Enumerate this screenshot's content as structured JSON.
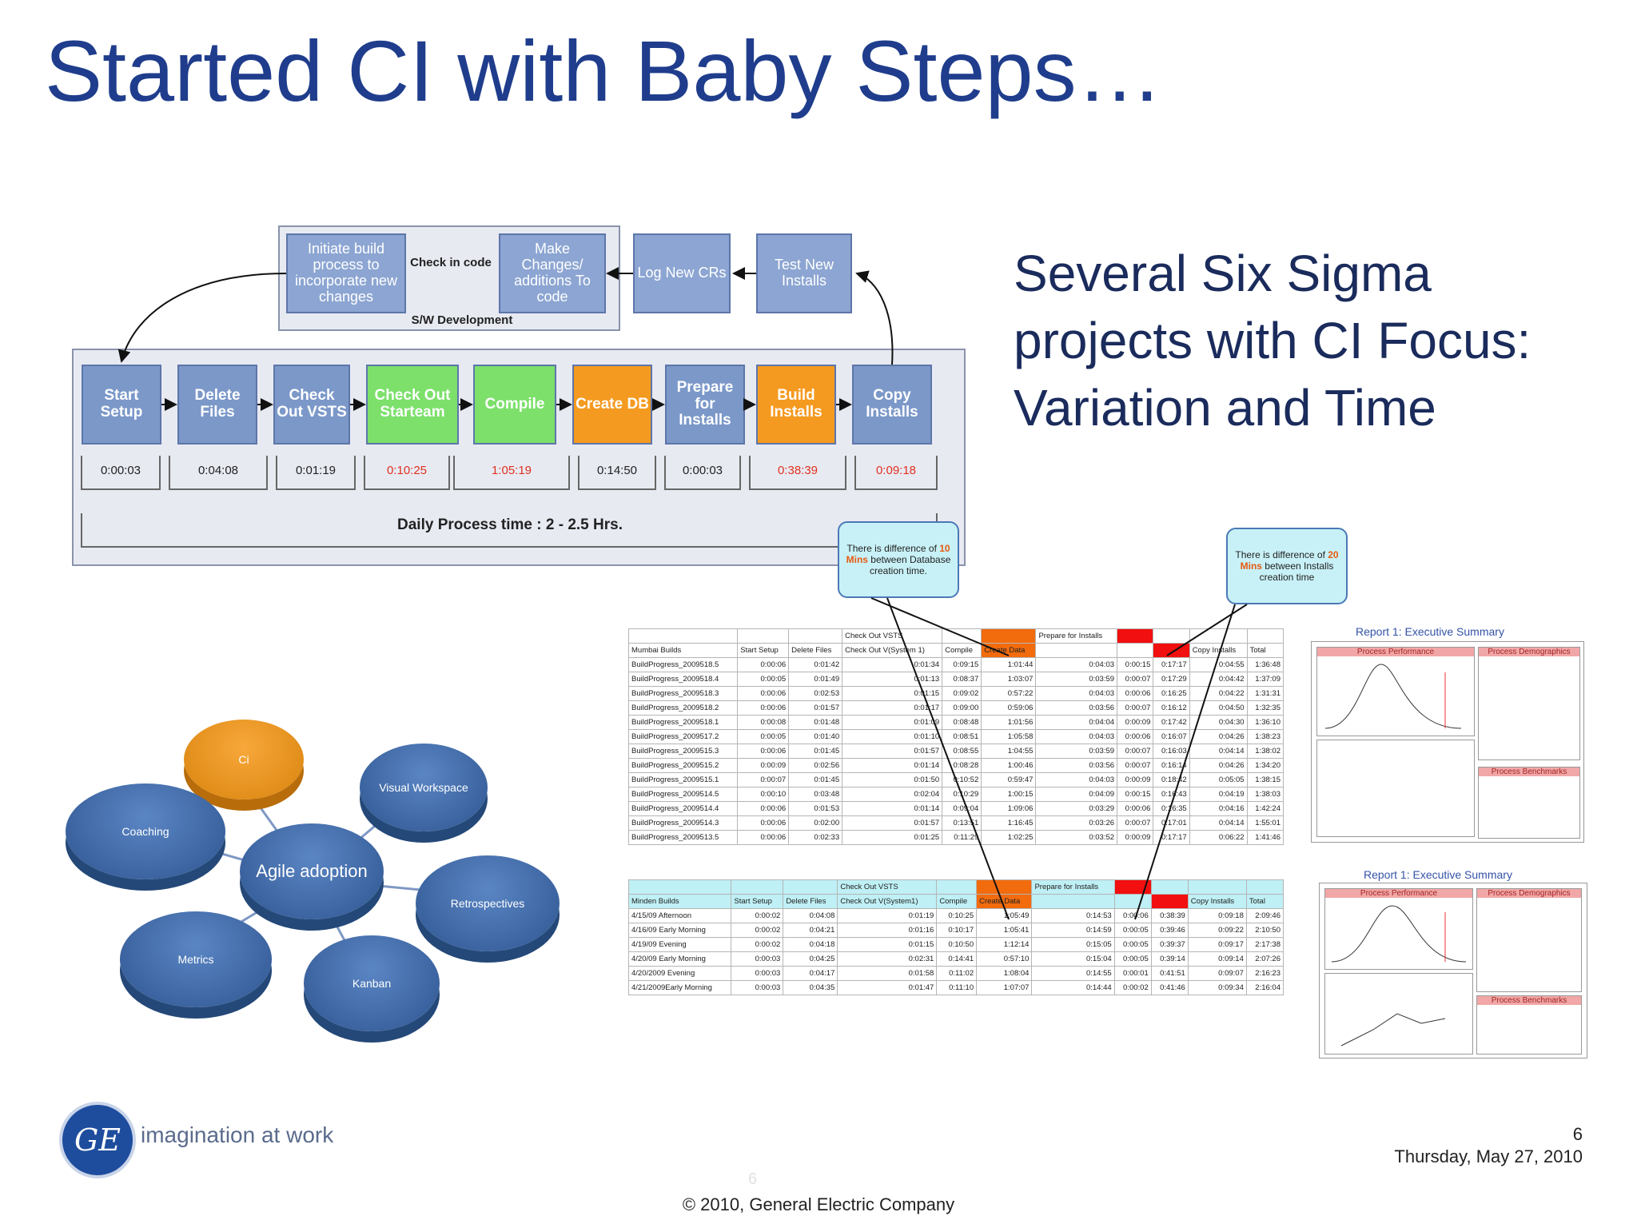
{
  "slide": {
    "title": "Started CI with Baby Steps…",
    "subtitle_lines": [
      "Several Six Sigma",
      "projects with CI Focus:",
      "Variation and Time"
    ],
    "page_number": "6",
    "date": "Thursday, May 27, 2010",
    "copyright": "© 2010, General Electric Company",
    "ghost_page_number": "6",
    "logo_tagline": "imagination at work",
    "logo_letters": "GE"
  },
  "flow": {
    "dev_steps": [
      "Initiate build process to incorporate new changes",
      "Make Changes/ additions To code",
      "Log New CRs",
      "Test New Installs"
    ],
    "checkin_label": "Check in code",
    "sw_dev_label": "S/W Development",
    "steps": [
      {
        "label": "Start Setup",
        "time": "0:00:03",
        "color": "blue",
        "time_color": "#222222"
      },
      {
        "label": "Delete Files",
        "time": "0:04:08",
        "color": "blue",
        "time_color": "#222222"
      },
      {
        "label": "Check Out VSTS",
        "time": "0:01:19",
        "color": "blue",
        "time_color": "#222222"
      },
      {
        "label": "Check Out Starteam",
        "time": "0:10:25",
        "color": "green",
        "time_color": "#e0301e"
      },
      {
        "label": "Compile",
        "time": "1:05:19",
        "color": "green",
        "time_color": "#e0301e"
      },
      {
        "label": "Create DB",
        "time": "0:14:50",
        "color": "orange",
        "time_color": "#222222"
      },
      {
        "label": "Prepare for Installs",
        "time": "0:00:03",
        "color": "blue",
        "time_color": "#222222"
      },
      {
        "label": "Build Installs",
        "time": "0:38:39",
        "color": "orange",
        "time_color": "#e0301e"
      },
      {
        "label": "Copy Installs",
        "time": "0:09:18",
        "color": "blue",
        "time_color": "#e0301e"
      }
    ],
    "daily_label": "Daily Process time : 2 - 2.5 Hrs."
  },
  "callouts": {
    "left": {
      "pre": "There is difference of ",
      "highlight": "10 Mins",
      "post": " between Database creation time."
    },
    "right": {
      "pre": "There is difference of ",
      "highlight": "20 Mins",
      "post": " between Installs creation time"
    }
  },
  "sheet1": {
    "top_headers": [
      "",
      "",
      "",
      "Check Out VSTS",
      "",
      "",
      "Prepare for Installs",
      "",
      "",
      ""
    ],
    "headers": [
      "Mumbai Builds",
      "Start Setup",
      "Delete Files",
      "Check Out V(System 1)",
      "Compile",
      "Create Data",
      "",
      "",
      "Copy Installs",
      "Total"
    ],
    "rows": [
      [
        "BuildProgress_2009518.5",
        "0:00:06",
        "0:01:42",
        "0:01:34",
        "0:09:15",
        "1:01:44",
        "0:04:03",
        "0:00:15",
        "0:17:17",
        "0:04:55",
        "1:36:48"
      ],
      [
        "BuildProgress_2009518.4",
        "0:00:05",
        "0:01:49",
        "0:01:13",
        "0:08:37",
        "1:03:07",
        "0:03:59",
        "0:00:07",
        "0:17:29",
        "0:04:42",
        "1:37:09"
      ],
      [
        "BuildProgress_2009518.3",
        "0:00:06",
        "0:02:53",
        "0:01:15",
        "0:09:02",
        "0:57:22",
        "0:04:03",
        "0:00:06",
        "0:16:25",
        "0:04:22",
        "1:31:31"
      ],
      [
        "BuildProgress_2009518.2",
        "0:00:06",
        "0:01:57",
        "0:01:17",
        "0:09:00",
        "0:59:06",
        "0:03:56",
        "0:00:07",
        "0:16:12",
        "0:04:50",
        "1:32:35"
      ],
      [
        "BuildProgress_2009518.1",
        "0:00:08",
        "0:01:48",
        "0:01:09",
        "0:08:48",
        "1:01:56",
        "0:04:04",
        "0:00:09",
        "0:17:42",
        "0:04:30",
        "1:36:10"
      ],
      [
        "BuildProgress_2009517.2",
        "0:00:05",
        "0:01:40",
        "0:01:10",
        "0:08:51",
        "1:05:58",
        "0:04:03",
        "0:00:06",
        "0:16:07",
        "0:04:26",
        "1:38:23"
      ],
      [
        "BuildProgress_2009515.3",
        "0:00:06",
        "0:01:45",
        "0:01:57",
        "0:08:55",
        "1:04:55",
        "0:03:59",
        "0:00:07",
        "0:16:03",
        "0:04:14",
        "1:38:02"
      ],
      [
        "BuildProgress_2009515.2",
        "0:00:09",
        "0:02:56",
        "0:01:14",
        "0:08:28",
        "1:00:46",
        "0:03:56",
        "0:00:07",
        "0:16:14",
        "0:04:26",
        "1:34:20"
      ],
      [
        "BuildProgress_2009515.1",
        "0:00:07",
        "0:01:45",
        "0:01:50",
        "0:10:52",
        "0:59:47",
        "0:04:03",
        "0:00:09",
        "0:18:42",
        "0:05:05",
        "1:38:15"
      ],
      [
        "BuildProgress_2009514.5",
        "0:00:10",
        "0:03:48",
        "0:02:04",
        "0:10:29",
        "1:00:15",
        "0:04:09",
        "0:00:15",
        "0:16:43",
        "0:04:19",
        "1:38:03"
      ],
      [
        "BuildProgress_2009514.4",
        "0:00:06",
        "0:01:53",
        "0:01:14",
        "0:09:04",
        "1:09:06",
        "0:03:29",
        "0:00:06",
        "0:16:35",
        "0:04:16",
        "1:42:24"
      ],
      [
        "BuildProgress_2009514.3",
        "0:00:06",
        "0:02:00",
        "0:01:57",
        "0:13:51",
        "1:16:45",
        "0:03:26",
        "0:00:07",
        "0:17:01",
        "0:04:14",
        "1:55:01"
      ],
      [
        "BuildProgress_2009513.5",
        "0:00:06",
        "0:02:33",
        "0:01:25",
        "0:11:29",
        "1:02:25",
        "0:03:52",
        "0:00:09",
        "0:17:17",
        "0:06:22",
        "1:41:46"
      ]
    ]
  },
  "sheet2": {
    "headers": [
      "Minden Builds",
      "Start Setup",
      "Delete Files",
      "Check Out V(System1)",
      "Compile",
      "Create Data",
      "",
      "",
      "Copy Installs",
      "Total"
    ],
    "rows": [
      [
        "4/15/09 Afternoon",
        "0:00:02",
        "0:04:08",
        "0:01:19",
        "0:10:25",
        "1:05:49",
        "0:14:53",
        "0:00:06",
        "0:38:39",
        "0:09:18",
        "2:09:46"
      ],
      [
        "4/16/09 Early Morning",
        "0:00:02",
        "0:04:21",
        "0:01:16",
        "0:10:17",
        "1:05:41",
        "0:14:59",
        "0:00:05",
        "0:39:46",
        "0:09:22",
        "2:10:50"
      ],
      [
        "4/19/09 Evening",
        "0:00:02",
        "0:04:18",
        "0:01:15",
        "0:10:50",
        "1:12:14",
        "0:15:05",
        "0:00:05",
        "0:39:37",
        "0:09:17",
        "2:17:38"
      ],
      [
        "4/20/09 Early Morning",
        "0:00:03",
        "0:04:25",
        "0:02:31",
        "0:14:41",
        "0:57:10",
        "0:15:04",
        "0:00:05",
        "0:39:14",
        "0:09:14",
        "2:07:26"
      ],
      [
        "4/20/2009 Evening",
        "0:00:03",
        "0:04:17",
        "0:01:58",
        "0:11:02",
        "1:08:04",
        "0:14:55",
        "0:00:01",
        "0:41:51",
        "0:09:07",
        "2:16:23"
      ],
      [
        "4/21/2009Early Morning",
        "0:00:03",
        "0:04:35",
        "0:01:47",
        "0:11:10",
        "1:07:07",
        "0:14:44",
        "0:00:02",
        "0:41:46",
        "0:09:34",
        "2:16:04"
      ]
    ]
  },
  "reports": {
    "r1_title": "Report 1: Executive Summary",
    "r2_title": "Report 1: Executive Summary",
    "perf_label": "Process Performance",
    "demo_label": "Process Demographics",
    "bench_label": "Process Benchmarks"
  },
  "agile": {
    "center": "Agile adoption",
    "satellites": [
      "Coaching",
      "Visual Workspace",
      "Retrospectives",
      "Kanban",
      "Metrics",
      "Ci"
    ]
  }
}
